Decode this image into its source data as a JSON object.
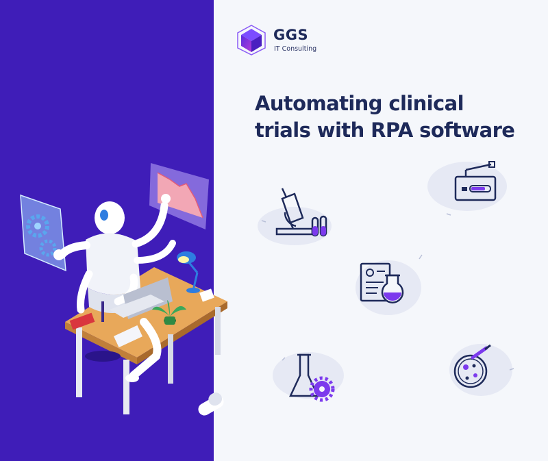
{
  "brand": {
    "name": "GGS",
    "tagline": "IT Consulting"
  },
  "headline": {
    "line1": "Automating clinical",
    "line2": "trials with RPA software"
  },
  "colors": {
    "panel": "#3f1db8",
    "background": "#f5f7fb",
    "text": "#1e2a5a",
    "accent": "#7c3aed"
  },
  "icons": [
    "microscope-icon",
    "lab-device-icon",
    "research-document-icon",
    "beaker-gear-icon",
    "petri-dish-icon"
  ]
}
